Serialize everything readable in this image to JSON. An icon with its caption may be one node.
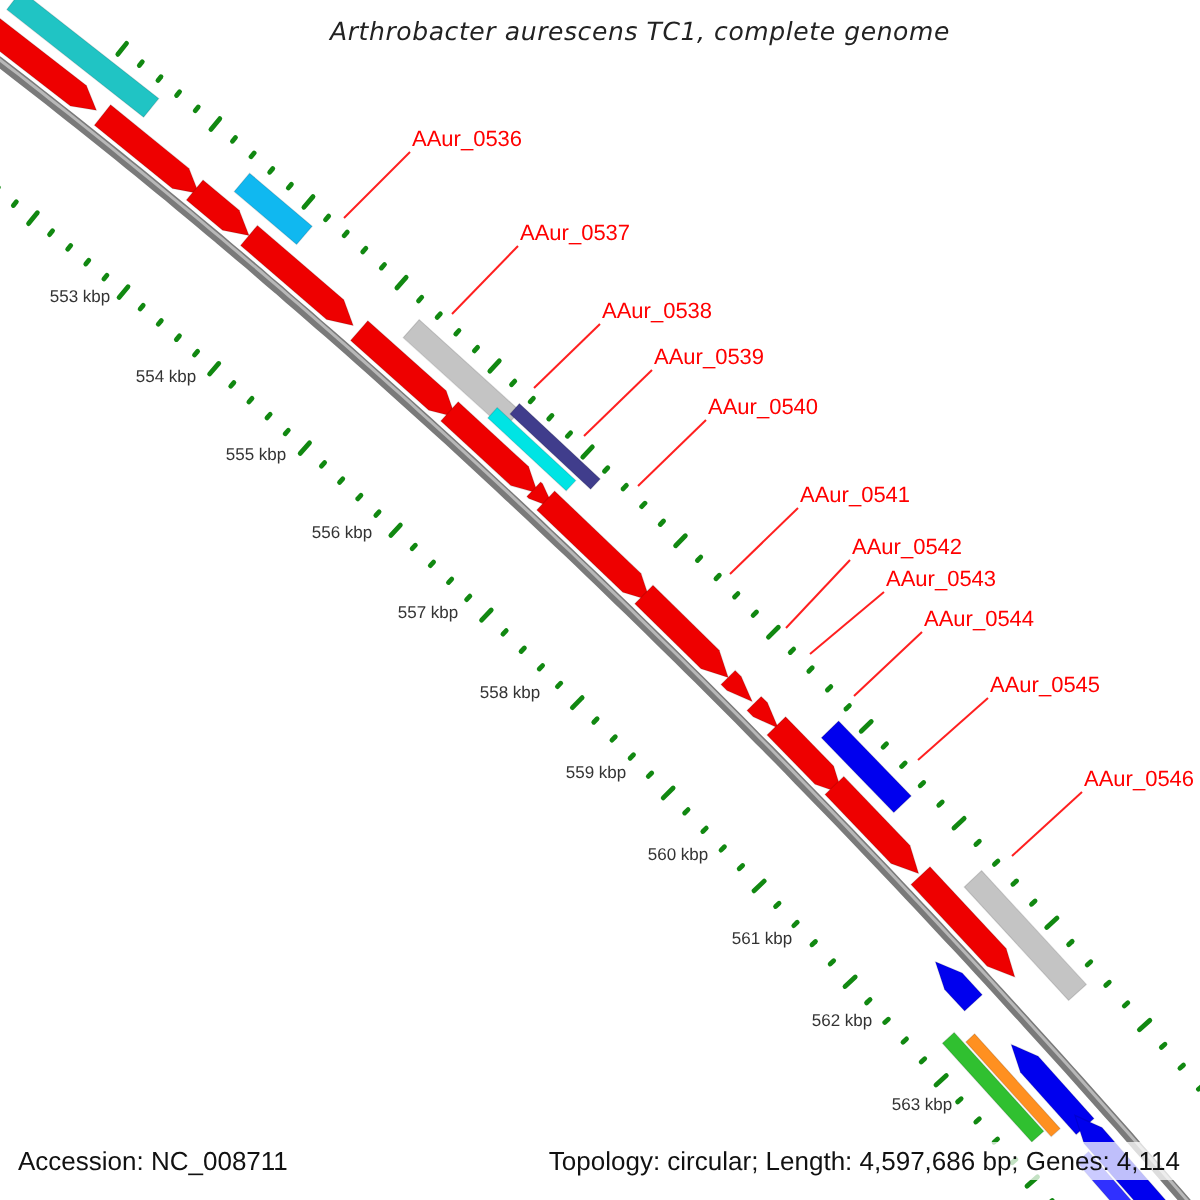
{
  "diagram": {
    "title": "Arthrobacter aurescens TC1, complete genome",
    "nodes": [
      {
        "text": [
          "AAur_0536"
        ]
      },
      {
        "text": [
          "AAur_0537"
        ]
      },
      {
        "text": [
          "AAur_0538"
        ]
      },
      {
        "text": [
          "AAur_0539"
        ]
      },
      {
        "text": [
          "AAur_0540"
        ]
      },
      {
        "text": [
          "AAur_0541"
        ]
      },
      {
        "text": [
          "AAur_0542"
        ]
      },
      {
        "text": [
          "AAur_0543"
        ]
      },
      {
        "text": [
          "AAur_0544"
        ]
      },
      {
        "text": [
          "AAur_0545"
        ]
      },
      {
        "text": [
          "AAur_0546"
        ]
      }
    ],
    "edges": [
      {
        "from": 0,
        "to": null,
        "arrow": "none"
      },
      {
        "from": 1,
        "to": null,
        "arrow": "none"
      },
      {
        "from": 2,
        "to": null,
        "arrow": "none"
      },
      {
        "from": 3,
        "to": null,
        "arrow": "none"
      },
      {
        "from": 4,
        "to": null,
        "arrow": "none"
      },
      {
        "from": 5,
        "to": null,
        "arrow": "none"
      },
      {
        "from": 6,
        "to": null,
        "arrow": "none"
      },
      {
        "from": 7,
        "to": null,
        "arrow": "none"
      },
      {
        "from": 8,
        "to": null,
        "arrow": "none"
      },
      {
        "from": 9,
        "to": null,
        "arrow": "none"
      },
      {
        "from": 10,
        "to": null,
        "arrow": "none"
      }
    ],
    "labels": [
      "553 kbp",
      "554 kbp",
      "555 kbp",
      "556 kbp",
      "557 kbp",
      "558 kbp",
      "559 kbp",
      "560 kbp",
      "561 kbp",
      "562 kbp",
      "563 kbp",
      "Accession: NC_008711",
      "Topology: circular; Length: 4,597,686 bp; Genes: 4,114"
    ]
  }
}
